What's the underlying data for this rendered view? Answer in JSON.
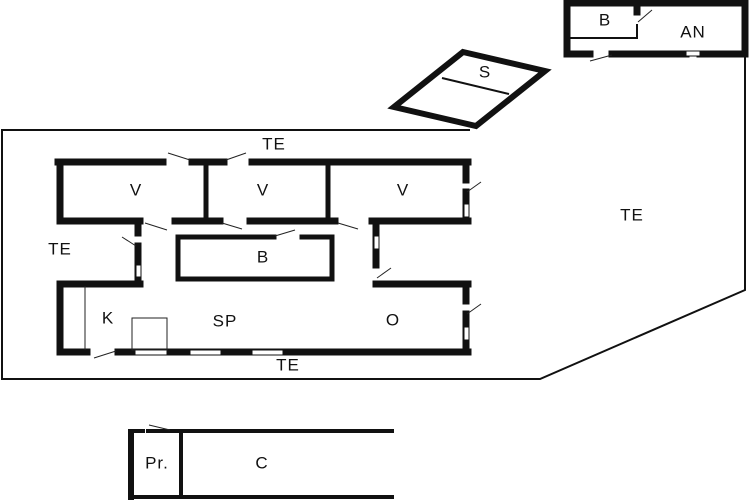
{
  "diagram": {
    "type": "floor-plan",
    "labels": {
      "an": "AN",
      "an_bath": "B",
      "sauna": "S",
      "terrace_top": "TE",
      "terrace_left": "TE",
      "terrace_right": "TE",
      "terrace_bottom": "TE",
      "bedroom_1": "V",
      "bedroom_2": "V",
      "bedroom_3": "V",
      "bath": "B",
      "kitchen": "K",
      "dining": "SP",
      "living": "O",
      "pantry": "Pr.",
      "c_room": "C"
    }
  }
}
